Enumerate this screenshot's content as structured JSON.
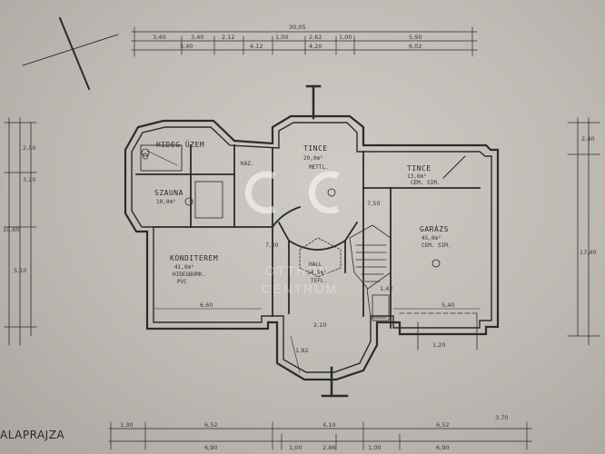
{
  "title": "ALAPRAJZA",
  "watermark": {
    "logo": "OC",
    "line1": "OTTHON",
    "line2": "CENTRUM"
  },
  "rooms": [
    {
      "id": "hideg",
      "name": "HIDEG ÜZEM"
    },
    {
      "id": "szauna",
      "name": "SZAUNA",
      "detail": "10,0m²"
    },
    {
      "id": "kond",
      "name": "KONDITEREM",
      "area": "41,0m²",
      "floor": "HIDEGBURK.",
      "extra": "PVC"
    },
    {
      "id": "tinc1",
      "name": "TINCE",
      "area": "29,0m²",
      "floor": "METTL."
    },
    {
      "id": "tinc2",
      "name": "TINCE",
      "area": "13,6m²",
      "floor": "CEM. SIM."
    },
    {
      "id": "garazs",
      "name": "GARÁZS",
      "area": "45,0m²",
      "floor": "CEM. SIM."
    },
    {
      "id": "hall",
      "name": "HALL",
      "area": "14,5m²",
      "floor": "TEFL."
    },
    {
      "id": "kaz",
      "name": "KAZ."
    }
  ],
  "dims_top_row1": [
    "30,05"
  ],
  "dims_top_row2": [
    "3,40",
    "3,40",
    "2,12",
    "1,00",
    "2,62",
    "1,00",
    "5,90"
  ],
  "dims_top_row3": [
    "5,40",
    "4,12",
    "4,20",
    "6,02"
  ],
  "dims_bottom_row1": [
    "1,30",
    "6,52",
    "4,10",
    "6,52",
    "3,70"
  ],
  "dims_bottom_row2": [
    "6,90",
    "1,00",
    "2,86",
    "1,00",
    "6,90"
  ],
  "dims_inner": [
    "6,60",
    "5,40",
    "7,30",
    "7,50",
    "1,42",
    "2,10",
    "1,20",
    "1,92"
  ],
  "dims_left": [
    "10,60",
    "5,10",
    "3,20",
    "2,50"
  ],
  "dims_right": [
    "17,40",
    "2,40"
  ]
}
